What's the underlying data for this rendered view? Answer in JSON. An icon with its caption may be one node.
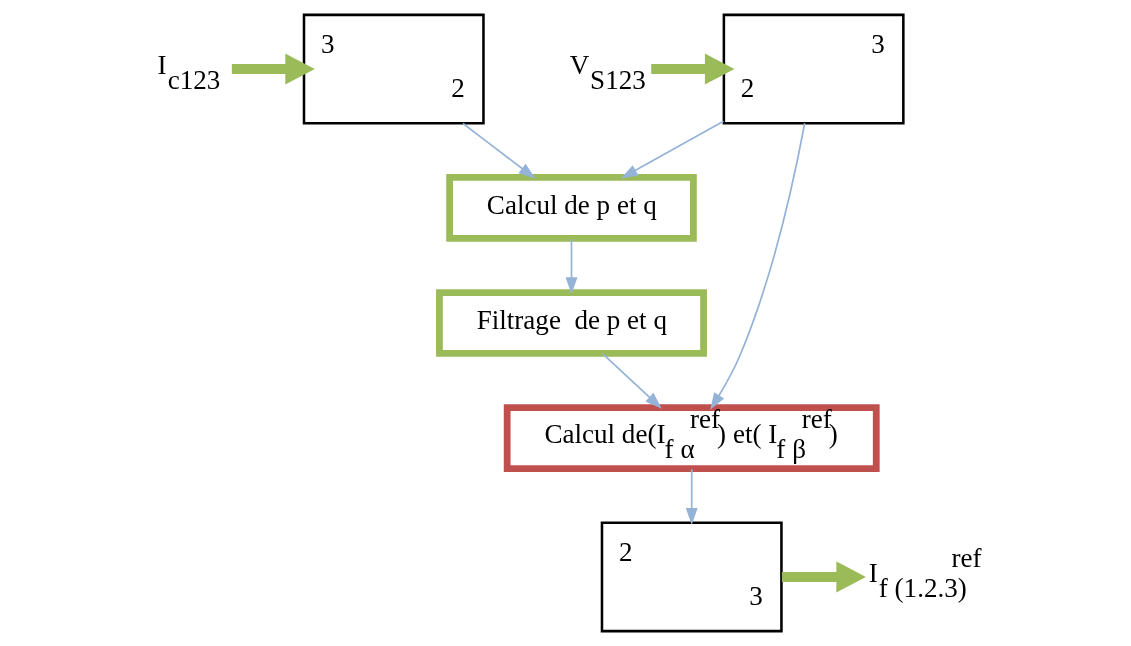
{
  "diagram": {
    "nodes": [
      {
        "text": [
          "I$_{c123}$"
        ]
      },
      {
        "text": [
          "3",
          "2"
        ]
      },
      {
        "text": [
          "3",
          "2"
        ]
      },
      {
        "text": [
          "V$_{S123}$"
        ]
      },
      {
        "text": [
          "Calcul de p et q"
        ]
      },
      {
        "text": [
          "Filtrage  de p et q"
        ]
      },
      {
        "text": [
          "Calcul de(I$_{f α}$$^{ref}$) et( I$_{f β}$$^{ref}$)"
        ]
      },
      {
        "text": [
          "2",
          "3"
        ]
      },
      {
        "text": [
          "I$_{f (1.2.3)}$$^{ref}$"
        ]
      }
    ],
    "edges": [
      {
        "from": 0,
        "to": 1,
        "arrow": "to",
        "style": "thick",
        "color": "#9bbb59"
      },
      {
        "from": 3,
        "to": 2,
        "arrow": "to",
        "style": "thick",
        "color": "#9bbb59"
      },
      {
        "from": 1,
        "to": 4,
        "arrow": "to"
      },
      {
        "from": 2,
        "to": 4,
        "arrow": "to"
      },
      {
        "from": 2,
        "to": 6,
        "arrow": "to"
      },
      {
        "from": 4,
        "to": 5,
        "arrow": "to"
      },
      {
        "from": 5,
        "to": 6,
        "arrow": "to"
      },
      {
        "from": 6,
        "to": 7,
        "arrow": "to"
      },
      {
        "from": 7,
        "to": 8,
        "arrow": "to",
        "style": "thick",
        "color": "#9bbb59"
      }
    ]
  }
}
